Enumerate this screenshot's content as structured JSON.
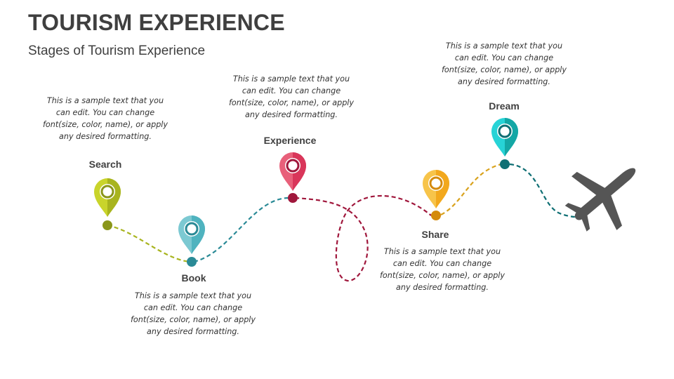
{
  "header": {
    "title": "TOURISM EXPERIENCE",
    "subtitle": "Stages of Tourism Experience"
  },
  "stages": [
    {
      "label": "Search",
      "color": "#a8b41e",
      "dot_color": "#8a961a",
      "text": [
        "This is a sample text that you",
        "can edit. You can change",
        "font(size, color, name), or apply",
        "any desired formatting."
      ]
    },
    {
      "label": "Book",
      "color": "#4fb3bf",
      "dot_color": "#2a8a96",
      "text": [
        "This is a sample text that you",
        "can edit. You can change",
        "font(size, color, name), or apply",
        "any desired formatting."
      ]
    },
    {
      "label": "Experience",
      "color": "#d9365a",
      "dot_color": "#a0173c",
      "text": [
        "This is a sample text that you",
        "can edit. You can change",
        "font(size, color, name), or apply",
        "any desired formatting."
      ]
    },
    {
      "label": "Share",
      "color": "#f2a81d",
      "dot_color": "#d48a0c",
      "text": [
        "This is a sample text that you",
        "can edit. You can change",
        "font(size, color, name), or apply",
        "any desired formatting."
      ]
    },
    {
      "label": "Dream",
      "color": "#14a7a5",
      "dot_color": "#0f6f74",
      "text": [
        "This is a sample text that you",
        "can edit. You can change",
        "font(size, color, name), or apply",
        "any desired formatting."
      ]
    }
  ],
  "icons": {
    "destination": "airplane-icon",
    "marker": "map-pin-icon"
  },
  "colors": {
    "title": "#3f3f3f",
    "plane": "#555555"
  }
}
